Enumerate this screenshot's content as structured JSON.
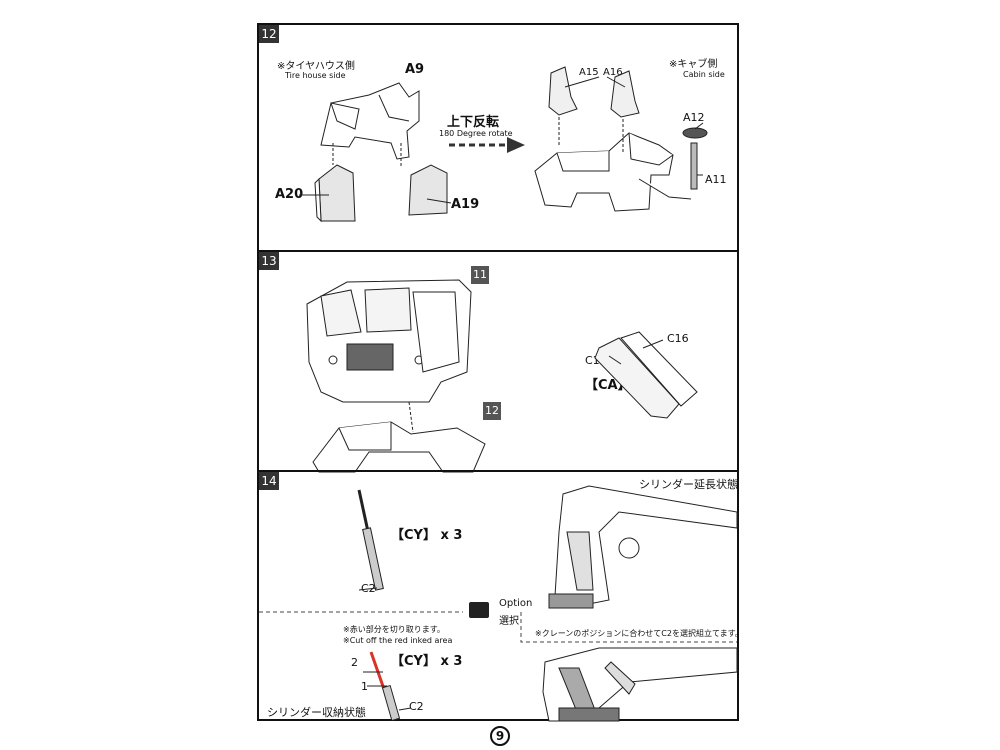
{
  "page_number": "9",
  "step12": {
    "number": "12",
    "tire_house_jp": "※タイヤハウス側",
    "tire_house_en": "Tire house side",
    "cabin_jp": "※キャブ側",
    "cabin_en": "Cabin side",
    "rotate_jp": "上下反転",
    "rotate_en": "180 Degree rotate",
    "parts": [
      "A9",
      "A20",
      "A19",
      "A15",
      "A16",
      "A12",
      "A11"
    ]
  },
  "step13": {
    "number": "13",
    "ref_a": "11",
    "ref_b": "12",
    "parts": [
      "C16",
      "C17"
    ],
    "group": "【CA】"
  },
  "step14": {
    "number": "14",
    "extended_state": "シリンダー延長状態",
    "retracted_state": "シリンダー収納状態",
    "cy_qty": "【CY】 x 3",
    "part": "C2",
    "option_en": "Option",
    "option_jp": "選択",
    "cut_note_jp": "※赤い部分を切り取ります。",
    "cut_note_en": "※Cut off the red inked area",
    "crane_note": "※クレーンのポジションに合わせてC2を選択組立てます。",
    "marker_1": "1",
    "marker_2": "2"
  },
  "colors": {
    "border": "#111111",
    "badge": "#333333",
    "cut_mark": "#d9342b"
  }
}
